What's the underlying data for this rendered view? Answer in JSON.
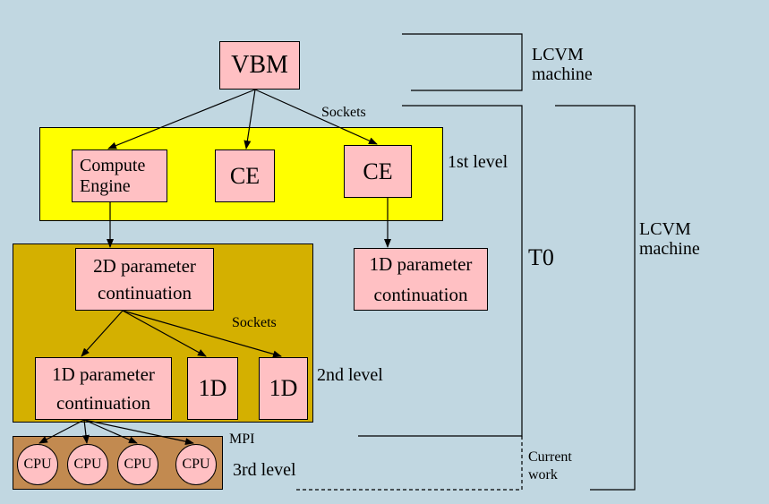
{
  "colors": {
    "background": "#c1d7e1",
    "box_fill": "#ffc0c3",
    "level1_fill": "#ffff00",
    "level2_fill": "#d4b000",
    "level3_fill": "#c28a50"
  },
  "nodes": {
    "vbm": "VBM",
    "compute_engine_line1": "Compute",
    "compute_engine_line2": "Engine",
    "ce_a": "CE",
    "ce_b": "CE",
    "param2d_line1": "2D parameter",
    "param2d_line2": "continuation",
    "param1d_right_line1": "1D parameter",
    "param1d_right_line2": "continuation",
    "param1d_left_line1": "1D parameter",
    "param1d_left_line2": "continuation",
    "one_d_a": "1D",
    "one_d_b": "1D",
    "cpus": [
      "CPU",
      "CPU",
      "CPU",
      "CPU"
    ]
  },
  "labels": {
    "sockets_top": "Sockets",
    "sockets_mid": "Sockets",
    "mpi": "MPI",
    "level1": "1st level",
    "level2": "2nd level",
    "level3": "3rd level",
    "lcvm_top_line1": "LCVM",
    "lcvm_top_line2": "machine",
    "t0": "T0",
    "lcvm_right_line1": "LCVM",
    "lcvm_right_line2": "machine",
    "current_line1": "Current",
    "current_line2": "work"
  }
}
